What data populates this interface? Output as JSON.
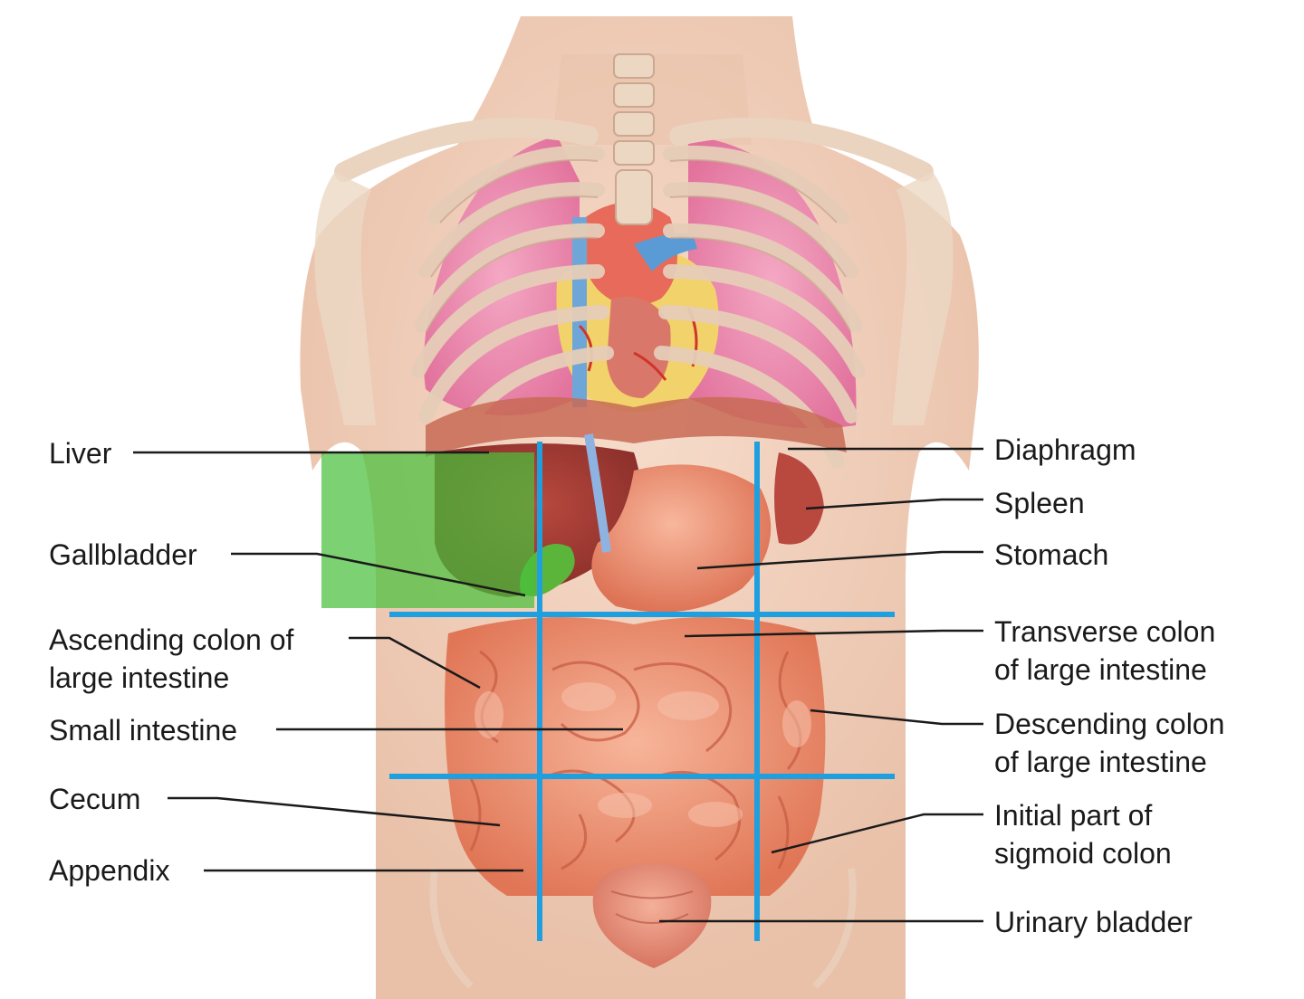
{
  "labels_left": [
    {
      "id": "liver",
      "lines": [
        "Liver"
      ]
    },
    {
      "id": "gallbladder",
      "lines": [
        "Gallbladder"
      ]
    },
    {
      "id": "ascending-colon",
      "lines": [
        "Ascending colon of",
        "large intestine"
      ]
    },
    {
      "id": "small-intestine",
      "lines": [
        "Small intestine"
      ]
    },
    {
      "id": "cecum",
      "lines": [
        "Cecum"
      ]
    },
    {
      "id": "appendix",
      "lines": [
        "Appendix"
      ]
    }
  ],
  "labels_right": [
    {
      "id": "diaphragm",
      "lines": [
        "Diaphragm"
      ]
    },
    {
      "id": "spleen",
      "lines": [
        "Spleen"
      ]
    },
    {
      "id": "stomach",
      "lines": [
        "Stomach"
      ]
    },
    {
      "id": "transverse-colon",
      "lines": [
        "Transverse colon",
        "of large intestine"
      ]
    },
    {
      "id": "descending-colon",
      "lines": [
        "Descending colon",
        "of large intestine"
      ]
    },
    {
      "id": "sigmoid-colon",
      "lines": [
        "Initial part of",
        "sigmoid colon"
      ]
    },
    {
      "id": "urinary-bladder",
      "lines": [
        "Urinary bladder"
      ]
    }
  ],
  "colors": {
    "skin": "#f1d2bd",
    "lung": "#ee8fb2",
    "bone": "#efdcc9",
    "intestine": "#ec8f6f",
    "grid_lines": "#1e9fe0",
    "highlight": "#49c03c"
  }
}
